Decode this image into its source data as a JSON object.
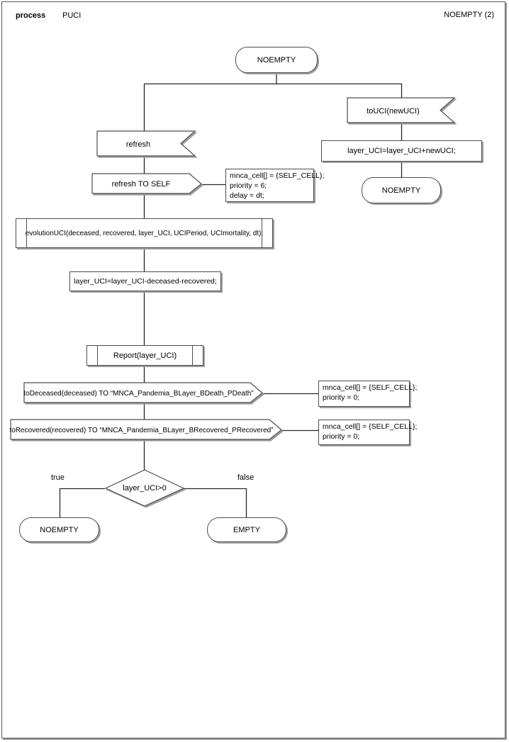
{
  "header": {
    "kind": "process",
    "name": "PUCI",
    "page": "NOEMPTY (2)"
  },
  "flow": {
    "start_state": "NOEMPTY",
    "uci_branch": {
      "receive": "toUCI(newUCI)",
      "task": "layer_UCI=layer_UCI+newUCI;",
      "state": "NOEMPTY"
    },
    "refresh_branch": {
      "receive": "refresh",
      "send_self": "refresh TO SELF",
      "send_self_comment": {
        "line1": "mnca_cell[] = {SELF_CELL};",
        "line2": "priority = 6;",
        "line3": "delay = dt;"
      },
      "procedure_evolution": "evolutionUCI(deceased, recovered, layer_UCI, UCIPeriod, UCImortality, dt);",
      "task_update": "layer_UCI=layer_UCI-deceased-recovered;",
      "procedure_report": "Report(layer_UCI)",
      "send_deceased": "toDeceased(deceased) TO “MNCA_Pandemia_BLayer_BDeath_PDeath”",
      "deceased_comment": {
        "line1": "mnca_cell[] = {SELF_CELL};",
        "line2": "priority = 0;"
      },
      "send_recovered": "toRecovered(recovered) TO “MNCA_Pandemia_BLayer_BRecovered_PRecovered”",
      "recovered_comment": {
        "line1": "mnca_cell[] = {SELF_CELL};",
        "line2": "priority = 0;"
      },
      "decision": "layer_UCI>0",
      "true_label": "true",
      "false_label": "false",
      "true_state": "NOEMPTY",
      "false_state": "EMPTY"
    }
  },
  "colors": {
    "background": "#ffffff",
    "shape_border": "#4d4d4d",
    "shadow": "#9e9e9e",
    "connector": "#262626"
  }
}
